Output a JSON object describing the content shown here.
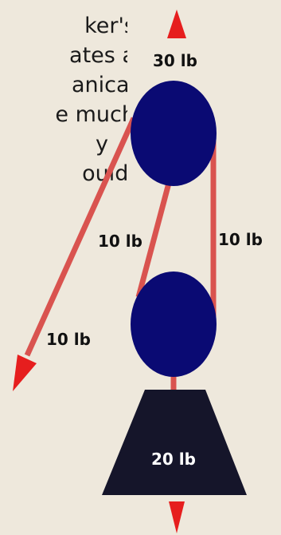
{
  "explanation": {
    "lines": [
      "ker's",
      "ates a",
      "anical",
      "e much",
      "y",
      "ould."
    ]
  },
  "labels": {
    "top_force": "30 lb",
    "left_rope_force": "10 lb",
    "middle_rope_force": "10 lb",
    "right_rope_force": "10 lb",
    "weight_force": "20 lb"
  },
  "colors": {
    "background": "#eee8dc",
    "pulley": "#0a0a73",
    "rope": "#d9534f",
    "arrow": "#e61e1e",
    "weight": "#15152a"
  }
}
